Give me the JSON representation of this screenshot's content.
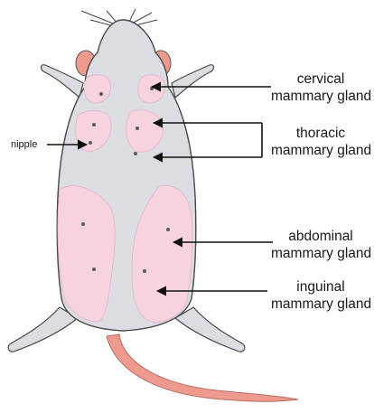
{
  "labels": {
    "cervical": [
      "cervical",
      "mammary gland"
    ],
    "thoracic": [
      "thoracic",
      "mammary gland"
    ],
    "abdominal": [
      "abdominal",
      "mammary gland"
    ],
    "inguinal": [
      "inguinal",
      "mammary gland"
    ],
    "nipple": "nipple"
  },
  "colors": {
    "body": "#dcdde2",
    "outline": "#4a4a4a",
    "gland": "#f6d3de",
    "gland_dot": "#5a5a5a",
    "ear_tail": "#ee9a8f",
    "arrow": "#111111"
  }
}
